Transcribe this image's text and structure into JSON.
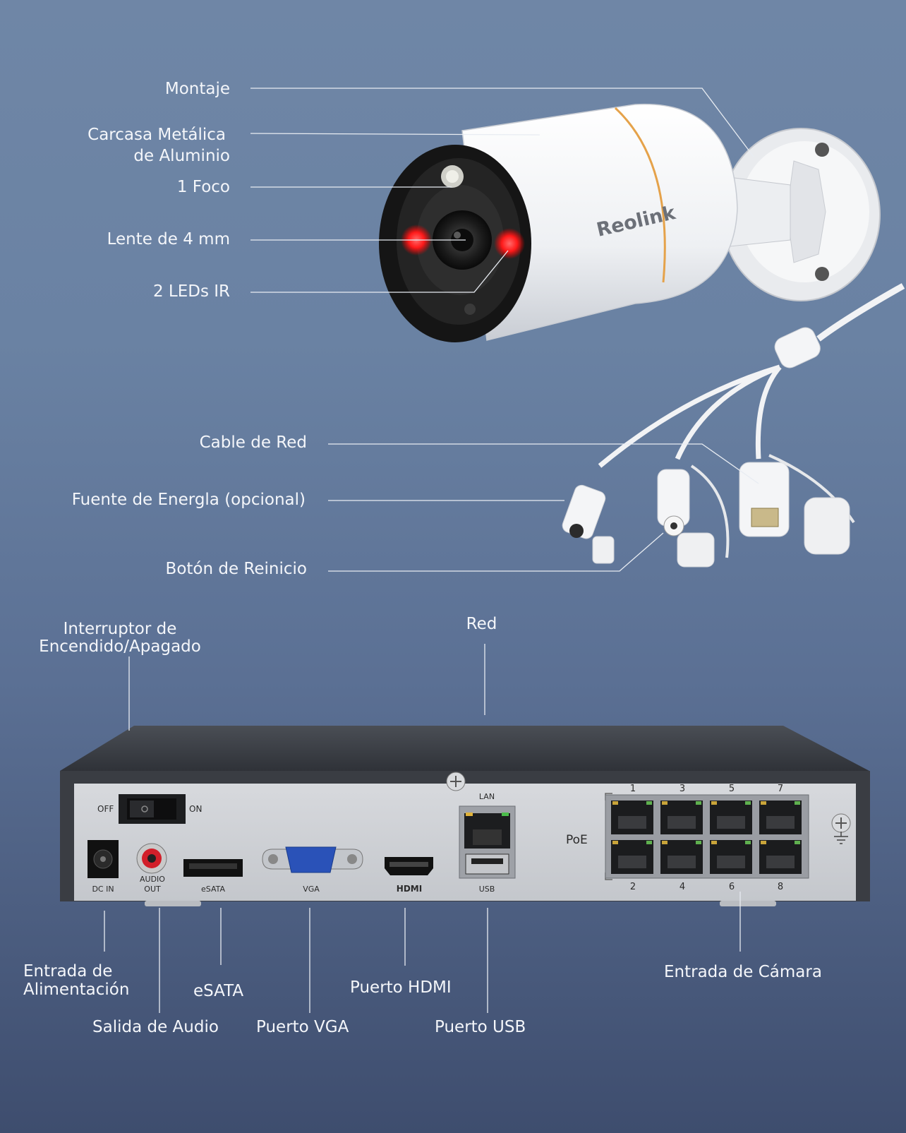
{
  "camera_labels": {
    "mount": "Montaje",
    "housing_line1": "Carcasa Metálica",
    "housing_line2": "de Aluminio",
    "spotlight": "1 Foco",
    "lens": "Lente de 4 mm",
    "ir_leds": "2 LEDs IR"
  },
  "cable_labels": {
    "network_cable": "Cable de Red",
    "power_source": "Fuente de Energla (opcional)",
    "reset_button": "Botón de Reinicio"
  },
  "brand": {
    "logo_text": "Reolink"
  },
  "nvr_labels": {
    "power_switch_line1": "Interruptor de",
    "power_switch_line2": "Encendido/Apagado",
    "network": "Red",
    "power_input_line1": "Entrada de",
    "power_input_line2": "Alimentación",
    "audio_out": "Salida de Audio",
    "esata": "eSATA",
    "vga_port": "Puerto VGA",
    "hdmi_port": "Puerto HDMI",
    "usb_port": "Puerto USB",
    "camera_input": "Entrada de Cámara"
  },
  "nvr_panel": {
    "off": "OFF",
    "on": "ON",
    "dc_in": "DC IN",
    "audio_line1": "AUDIO",
    "audio_line2": "OUT",
    "esata": "eSATA",
    "vga": "VGA",
    "hdmi": "HDMI",
    "usb": "USB",
    "lan": "LAN",
    "poe": "PoE",
    "port_numbers_top": [
      "1",
      "3",
      "5",
      "7"
    ],
    "port_numbers_bottom": [
      "2",
      "4",
      "6",
      "8"
    ]
  }
}
